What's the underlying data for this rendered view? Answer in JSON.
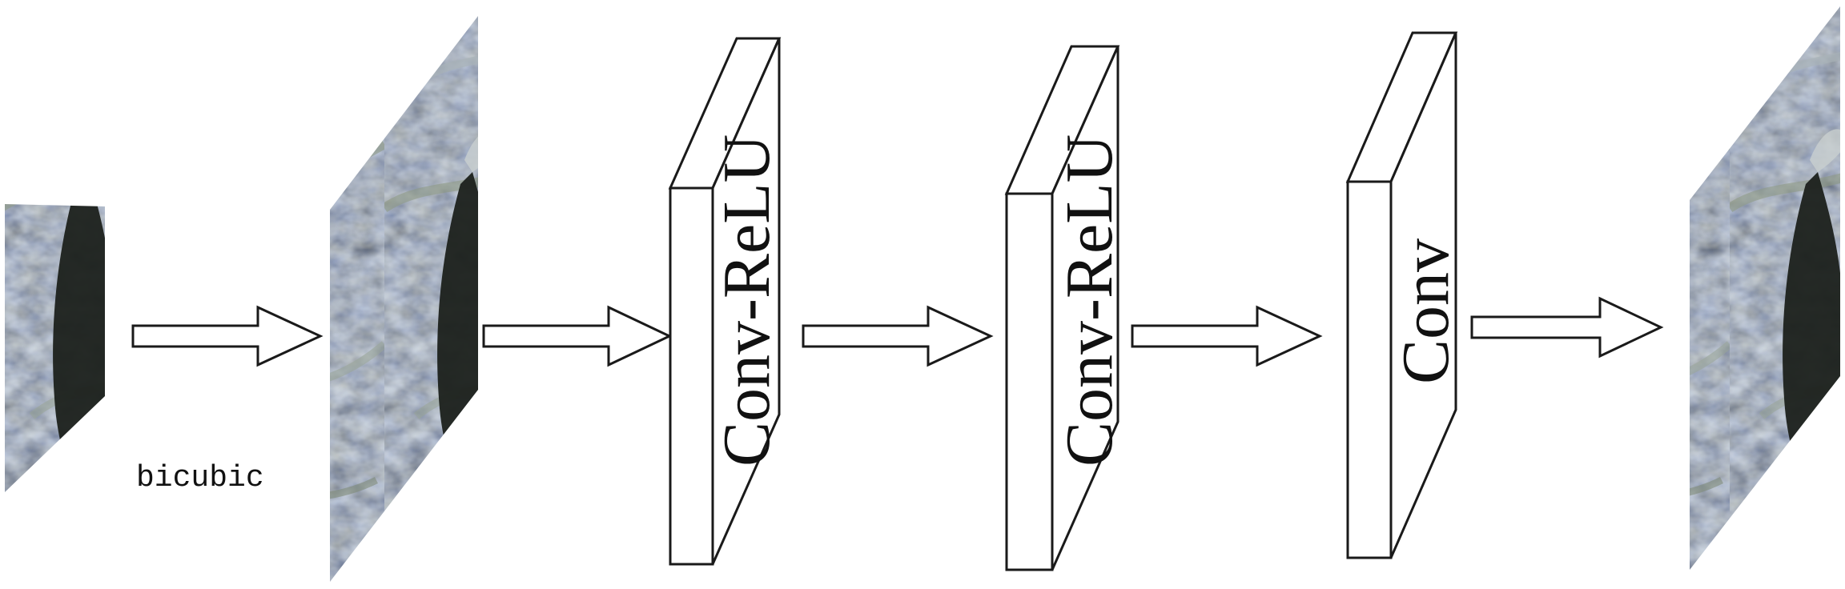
{
  "diagram": {
    "upsample_label": "bicubic",
    "layers": [
      {
        "label": "Conv-ReLU"
      },
      {
        "label": "Conv-ReLU"
      },
      {
        "label": "Conv"
      }
    ]
  }
}
